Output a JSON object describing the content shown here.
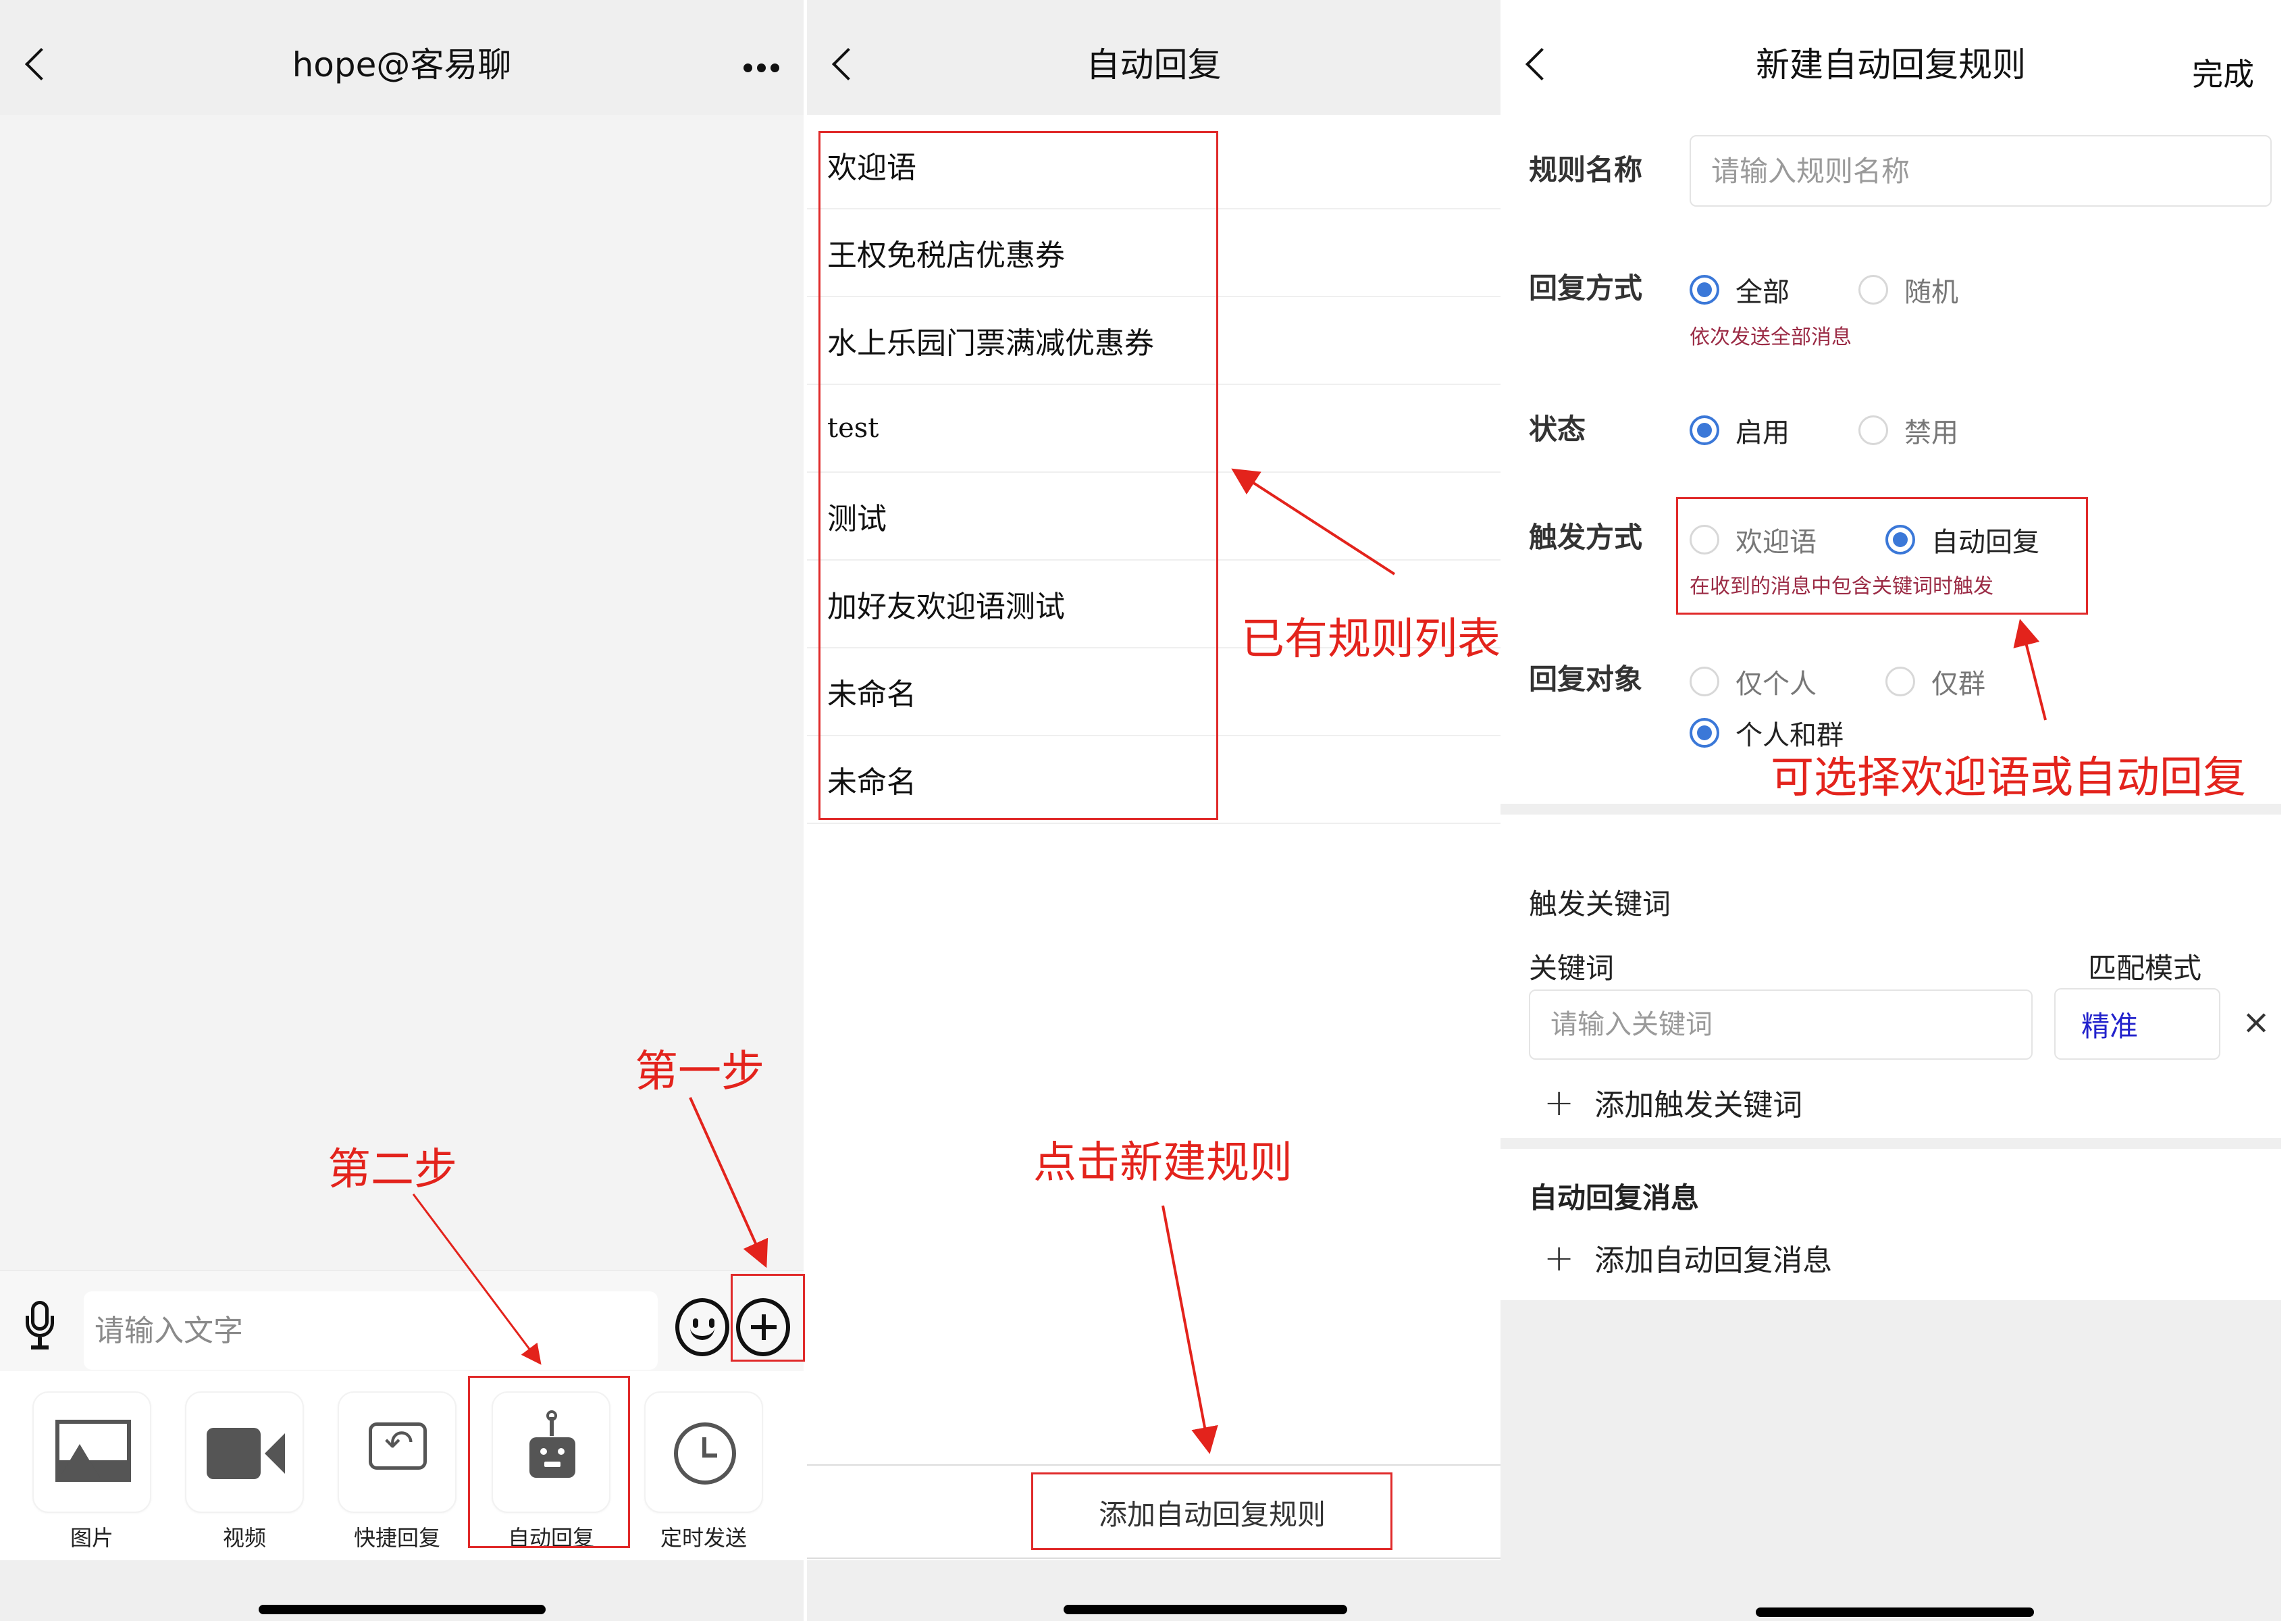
{
  "panel1": {
    "header": {
      "title": "hope@客易聊",
      "back_icon": "chevron-left",
      "more_icon": "ellipsis"
    },
    "input": {
      "placeholder": "请输入文字",
      "value": ""
    },
    "tools": [
      {
        "label": "图片",
        "icon": "image-icon"
      },
      {
        "label": "视频",
        "icon": "video-icon"
      },
      {
        "label": "快捷回复",
        "icon": "quick-reply-icon"
      },
      {
        "label": "自动回复",
        "icon": "robot-icon"
      },
      {
        "label": "定时发送",
        "icon": "clock-icon"
      }
    ],
    "annotations": {
      "step1": "第一步",
      "step2": "第二步"
    }
  },
  "panel2": {
    "header": {
      "title": "自动回复"
    },
    "rules": [
      "欢迎语",
      "王权免税店优惠券",
      "水上乐园门票满减优惠券",
      "test",
      "测试",
      "加好友欢迎语测试",
      "未命名",
      "未命名"
    ],
    "add_button": "添加自动回复规则",
    "annotations": {
      "list": "已有规则列表",
      "click_new": "点击新建规则"
    }
  },
  "panel3": {
    "header": {
      "title": "新建自动回复规则",
      "done": "完成"
    },
    "rule_name": {
      "label": "规则名称",
      "placeholder": "请输入规则名称",
      "value": ""
    },
    "reply_mode": {
      "label": "回复方式",
      "options": [
        "全部",
        "随机"
      ],
      "selected": "全部",
      "hint": "依次发送全部消息"
    },
    "status": {
      "label": "状态",
      "options": [
        "启用",
        "禁用"
      ],
      "selected": "启用"
    },
    "trigger_mode": {
      "label": "触发方式",
      "options": [
        "欢迎语",
        "自动回复"
      ],
      "selected": "自动回复",
      "hint": "在收到的消息中包含关键词时触发"
    },
    "reply_target": {
      "label": "回复对象",
      "options": [
        "仅个人",
        "仅群",
        "个人和群"
      ],
      "selected": "个人和群"
    },
    "keywords": {
      "section_title": "触发关键词",
      "keyword_label": "关键词",
      "match_label": "匹配模式",
      "keyword_placeholder": "请输入关键词",
      "match_value": "精准",
      "remove_icon": "×",
      "add_label": "添加触发关键词"
    },
    "messages": {
      "section_title": "自动回复消息",
      "add_label": "添加自动回复消息"
    },
    "annotations": {
      "trigger": "可选择欢迎语或自动回复"
    }
  },
  "colors": {
    "annotation_red": "#e3231c",
    "radio_blue": "#3b78d8",
    "hint_red": "#9b2b45",
    "match_blue": "#2222cc"
  }
}
